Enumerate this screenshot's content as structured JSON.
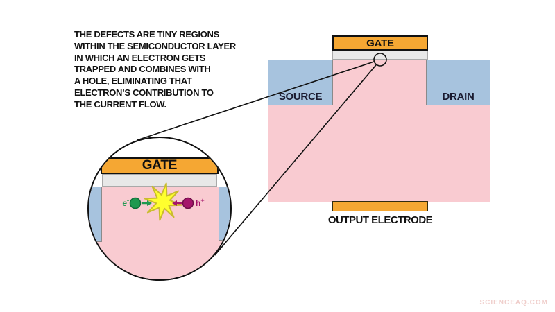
{
  "page": {
    "watermark": "SCIENCEAQ.COM"
  },
  "caption": {
    "lines": [
      "THE DEFECTS ARE TINY REGIONS",
      "WITHIN THE SEMICONDUCTOR LAYER",
      "IN WHICH AN ELECTRON GETS",
      "TRAPPED AND COMBINES WITH",
      "A HOLE, ELIMINATING THAT",
      "ELECTRON’S CONTRIBUTION TO",
      "THE CURRENT FLOW."
    ]
  },
  "transistor": {
    "gate_label": "GATE",
    "source_label": "SOURCE",
    "drain_label": "DRAIN",
    "output_label": "OUTPUT ELECTRODE"
  },
  "magnifier": {
    "gate_label": "GATE",
    "electron": {
      "base": "e",
      "sup": "-"
    },
    "hole": {
      "base": "h",
      "sup": "+"
    }
  },
  "colors": {
    "orange": "#F5A733",
    "pink": "#F9CBD1",
    "blue": "#A7C3DE",
    "dielectric": "#E8E8E8",
    "outline_dark": "#111111",
    "region_border": "#8A8A8A",
    "label_dark": "#1A1A30",
    "star_fill": "#FFFF2E",
    "star_stroke": "#C9BC2E",
    "electron_green": "#1F9950",
    "electron_dark": "#0E6E38",
    "hole_magenta": "#A5156B",
    "hole_dark": "#6E0E47",
    "watermark_pink": "#F0CFCC"
  }
}
